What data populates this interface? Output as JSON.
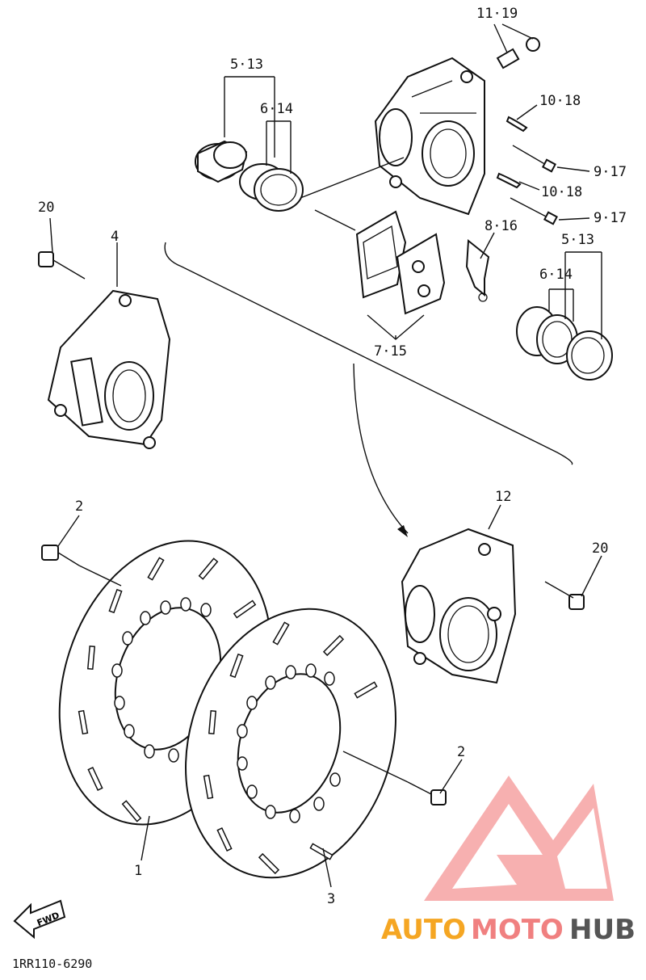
{
  "labels": {
    "l_11_19": "11·19",
    "l_5_13_top": "5·13",
    "l_6_14_top": "6·14",
    "l_10_18_a": "10·18",
    "l_9_17_a": "9·17",
    "l_10_18_b": "10·18",
    "l_9_17_b": "9·17",
    "l_20_left": "20",
    "l_4": "4",
    "l_8_16": "8·16",
    "l_5_13_right": "5·13",
    "l_6_14_right": "6·14",
    "l_7_15": "7·15",
    "l_2_top": "2",
    "l_12": "12",
    "l_20_right": "20",
    "l_2_bottom": "2",
    "l_1": "1",
    "l_3": "3"
  },
  "fwd_text": "FWD",
  "diagram_code": "1RR110-6290",
  "watermark": {
    "part1": "AUTO",
    "part2": "MOTO",
    "part3": "HUB",
    "color_primary": "#f5a623",
    "color_secondary": "#f08080",
    "color_dark": "#555555"
  }
}
